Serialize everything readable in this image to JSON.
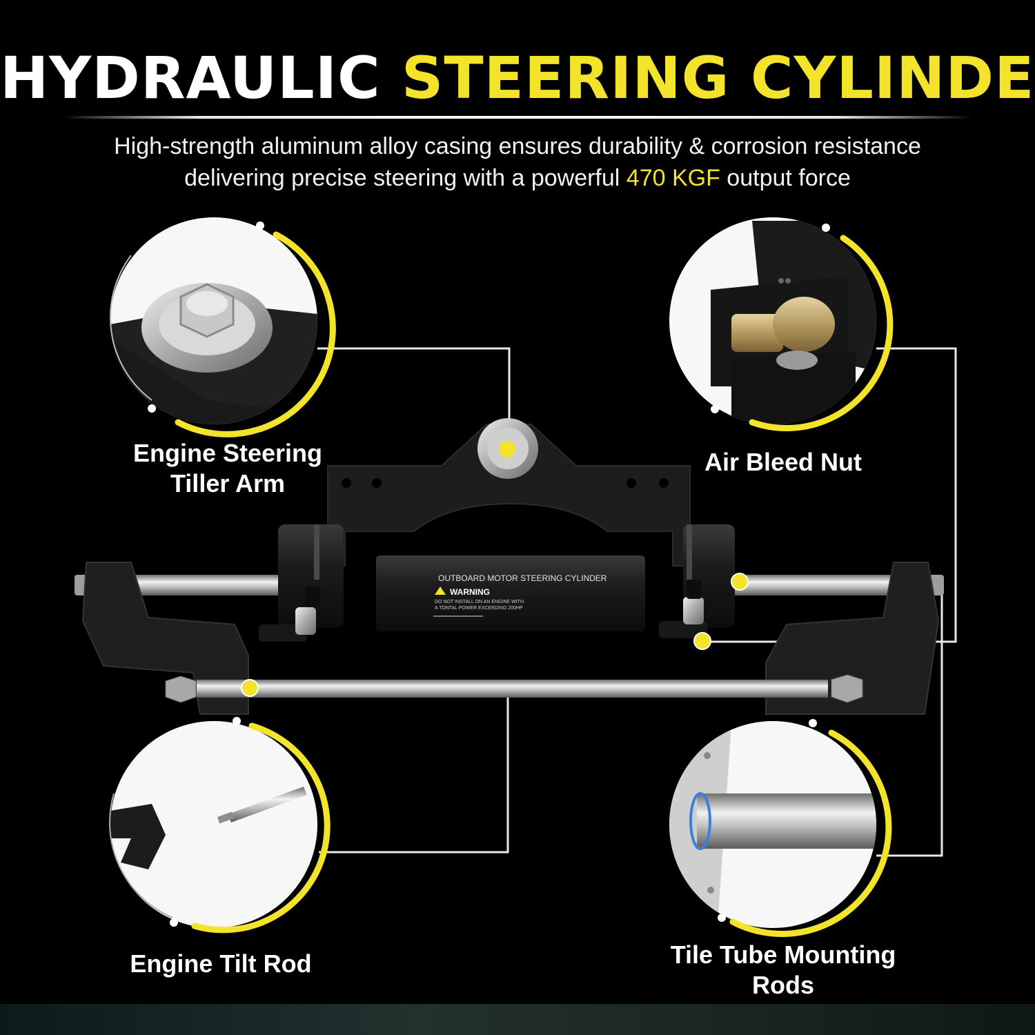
{
  "title": {
    "white": "HYDRAULIC",
    "yellow": "STEERING CYLINDER"
  },
  "subtitle": {
    "line1": "High-strength aluminum alloy casing ensures durability & corrosion resistance",
    "line2_before": "delivering precise steering with a powerful ",
    "line2_highlight": "470 KGF",
    "line2_after": " output force"
  },
  "callouts": {
    "tiller_arm": {
      "line1": "Engine Steering",
      "line2": "Tiller Arm"
    },
    "air_bleed": {
      "line1": "Air Bleed Nut"
    },
    "tilt_rod": {
      "line1": "Engine Tilt Rod"
    },
    "tube_rods": {
      "line1": "Tile Tube Mounting",
      "line2": "Rods"
    }
  },
  "cylinder_label": {
    "heading": "OUTBOARD MOTOR STEERING CYLINDER",
    "warning": "WARNING",
    "note1": "DO NOT INSTALL ON AN ENGINE WITH",
    "note2": "A TONTAL POWER EXCEEDING 200HP"
  },
  "colors": {
    "accent": "#f3e32a",
    "background": "#000000",
    "text": "#ffffff"
  }
}
